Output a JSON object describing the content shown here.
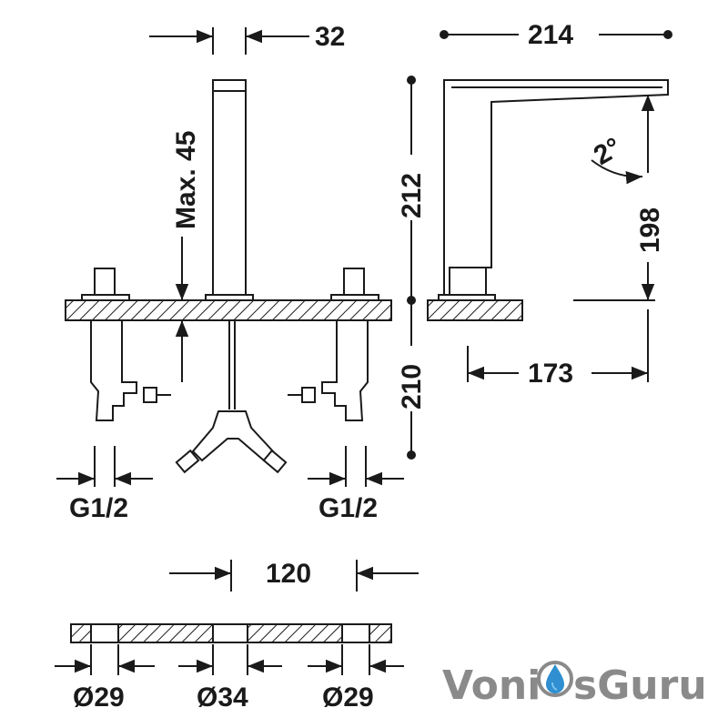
{
  "dimensions": {
    "spout_width": "32",
    "max_deck": "Max. 45",
    "overall_height": "212",
    "below_deck": "210",
    "spout_length": "214",
    "outlet_height": "198",
    "spout_reach": "173",
    "angle": "2°",
    "thread_left": "G1/2",
    "thread_right": "G1/2",
    "hole_spacing": "120",
    "hole_left": "Ø29",
    "hole_center": "Ø34",
    "hole_right": "Ø29"
  },
  "logo": {
    "text_left": "Voni",
    "text_right": "sGuru",
    "icon": "water-drop-icon",
    "colors": {
      "text": "#8a8a8a",
      "drop": "#2f8fd0",
      "drop_light": "#7cc4f0"
    }
  },
  "colors": {
    "line": "#1a1a1a",
    "background": "#ffffff"
  }
}
